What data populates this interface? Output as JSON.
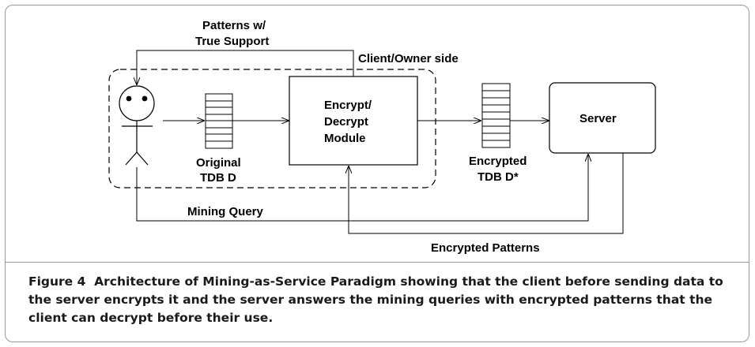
{
  "diagram": {
    "patterns_label_line1": "Patterns w/",
    "patterns_label_line2": "True Support",
    "client_owner_label": "Client/Owner side",
    "module_line1": "Encrypt/",
    "module_line2": "Decrypt",
    "module_line3": "Module",
    "original_line1": "Original",
    "original_line2": "TDB D",
    "encrypted_line1": "Encrypted",
    "encrypted_line2": "TDB D*",
    "server_label": "Server",
    "mining_query_label": "Mining Query",
    "encrypted_patterns_label": "Encrypted Patterns"
  },
  "caption": {
    "label": "Figure 4",
    "text": "Architecture of Mining-as-Service Paradigm showing that the client before sending data to the server encrypts it and the server answers the mining queries with encrypted patterns that the client can decrypt before their use."
  }
}
